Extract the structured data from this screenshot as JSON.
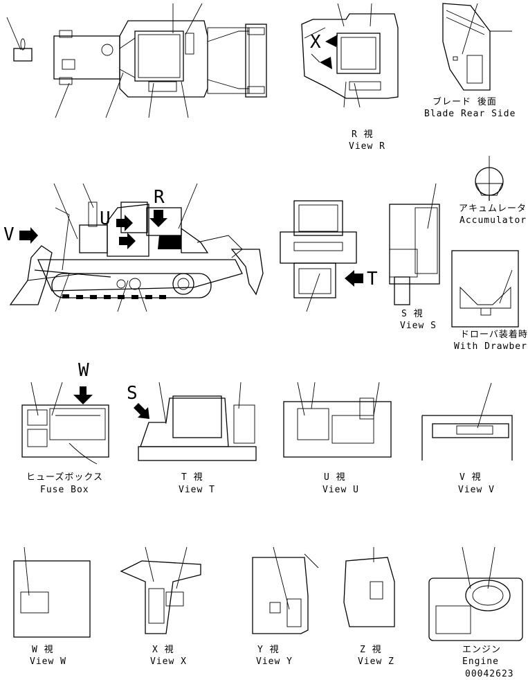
{
  "labels": {
    "blade_rear_jp": "ブレード 後面",
    "blade_rear_en": "Blade Rear Side",
    "view_r_jp": "R  視",
    "view_r_en": "View R",
    "accumulator_jp": "アキュムレータ",
    "accumulator_en": "Accumulator",
    "view_s_jp": "S  視",
    "view_s_en": "View S",
    "drawbar_jp": "ドローバ装着時",
    "drawbar_en": "With Drawber",
    "fuse_box_jp": "ヒューズボックス",
    "fuse_box_en": "Fuse Box",
    "view_t_jp": "T  視",
    "view_t_en": "View T",
    "view_u_jp": "U  視",
    "view_u_en": "View U",
    "view_v_jp": "V  視",
    "view_v_en": "View V",
    "view_w_jp": "W  視",
    "view_w_en": "View W",
    "view_x_jp": "X  視",
    "view_x_en": "View X",
    "view_y_jp": "Y  視",
    "view_y_en": "View Y",
    "view_z_jp": "Z  視",
    "view_z_en": "View Z",
    "engine_jp": "エンジン",
    "engine_en": "Engine",
    "drawing_no": "00042623"
  },
  "arrow_letters": {
    "v": "V",
    "u": "U",
    "r": "R",
    "t": "T",
    "w": "W",
    "s": "S",
    "x": "X"
  }
}
